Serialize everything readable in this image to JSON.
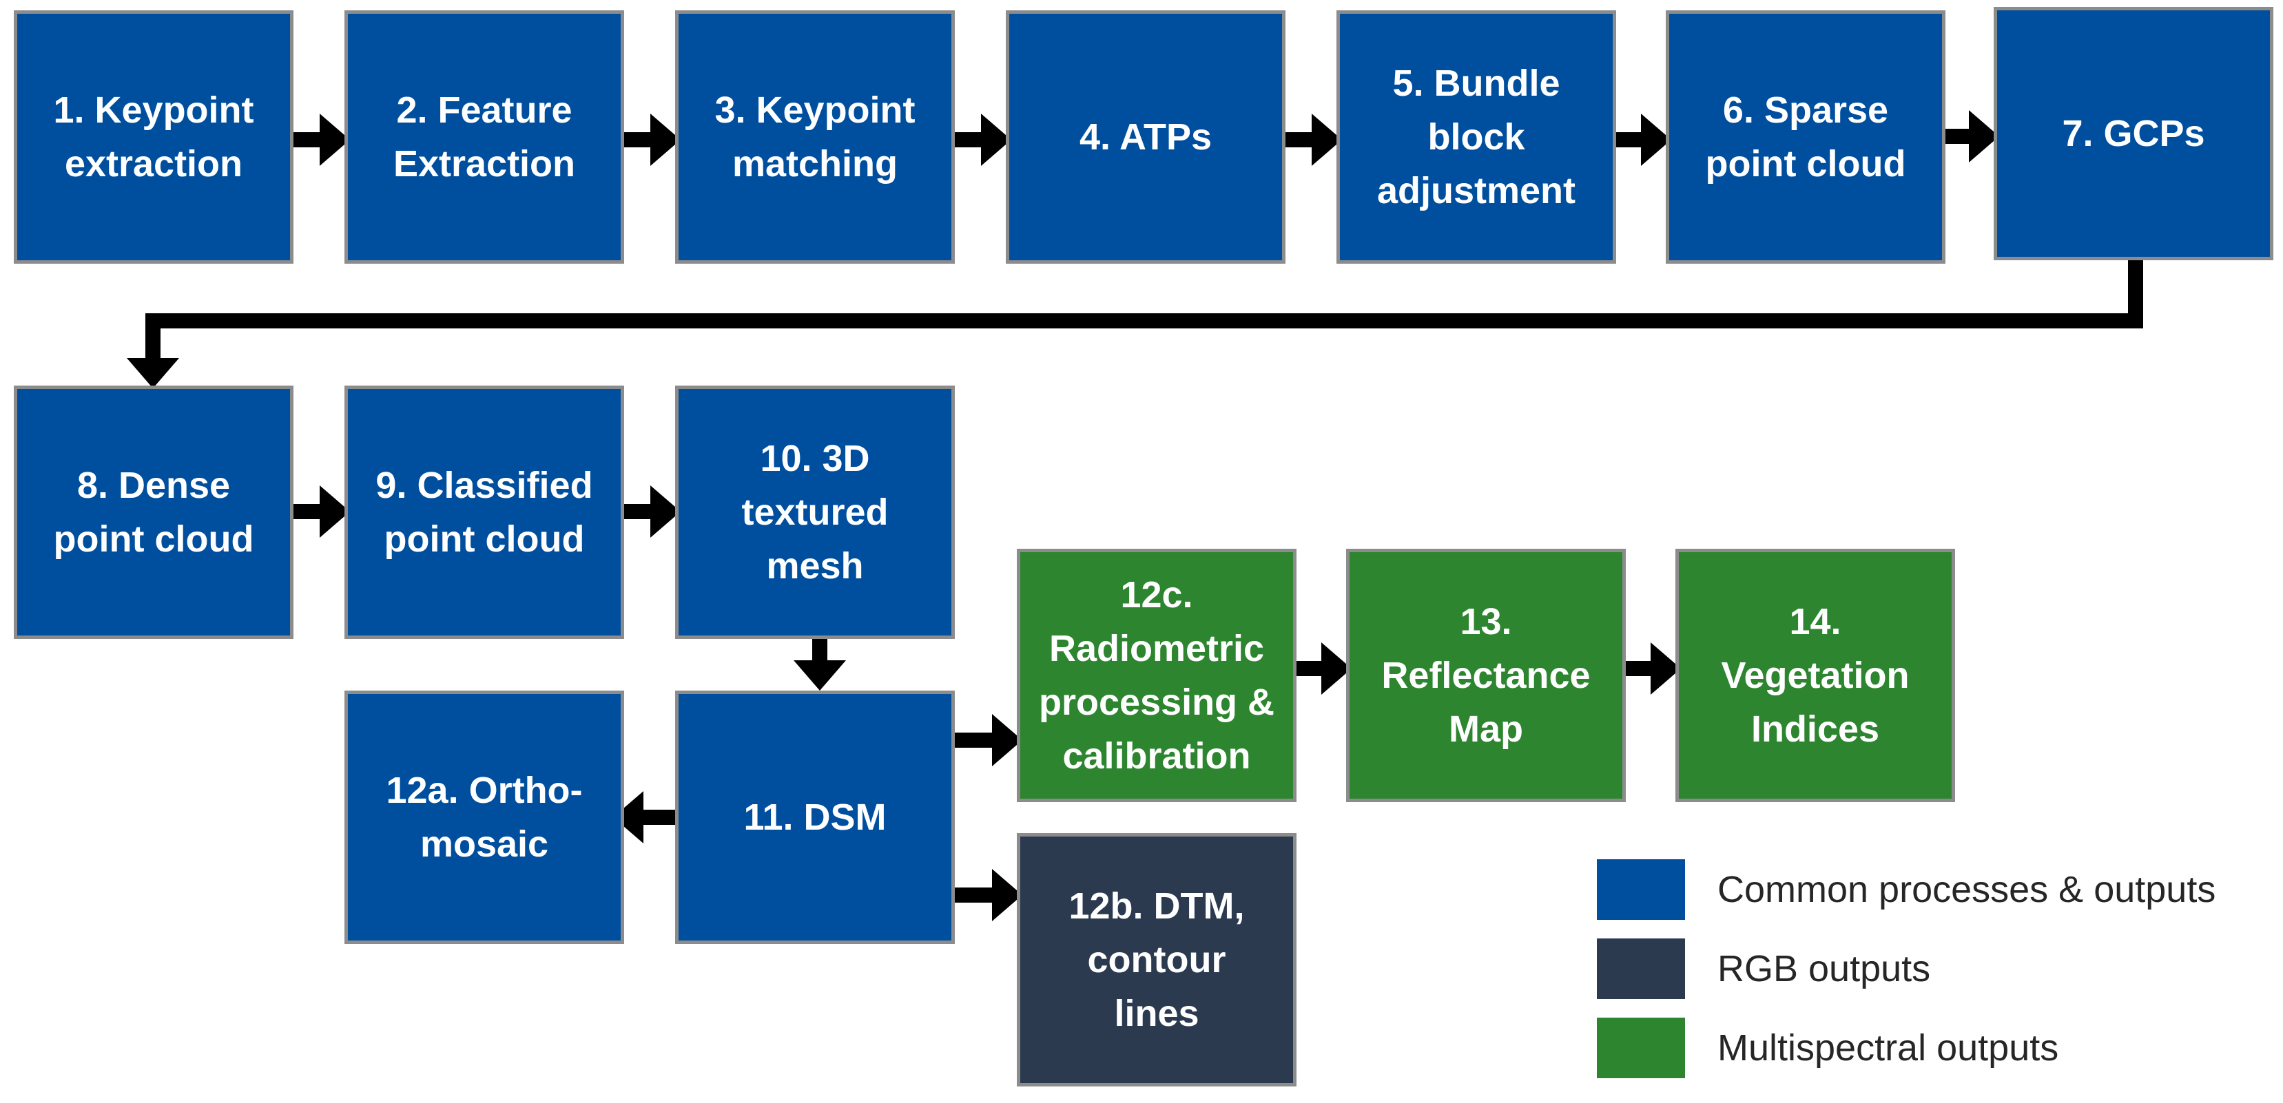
{
  "colors": {
    "common": "#004f9f",
    "rgb": "#2b3a4f",
    "multispectral": "#2d862f",
    "border": "#8c8c8c",
    "arrow": "#000000"
  },
  "steps": {
    "s1": "1. Keypoint\nextraction",
    "s2": "2. Feature\nExtraction",
    "s3": "3. Keypoint\nmatching",
    "s4": "4. ATPs",
    "s5": "5. Bundle\nblock\nadjustment",
    "s6": "6. Sparse\npoint cloud",
    "s7": "7. GCPs",
    "s8": "8. Dense\npoint cloud",
    "s9": "9. Classified\npoint cloud",
    "s10": "10. 3D\ntextured\nmesh",
    "s11": "11. DSM",
    "s12a": "12a. Ortho-\nmosaic",
    "s12b": "12b. DTM,\ncontour\nlines",
    "s12c": "12c.\nRadiometric\nprocessing &\ncalibration",
    "s13": "13.\nReflectance\nMap",
    "s14": "14.\nVegetation\nIndices"
  },
  "legend": {
    "common_label": "Common processes & outputs",
    "rgb_label": "RGB outputs",
    "multispectral_label": "Multispectral outputs"
  }
}
